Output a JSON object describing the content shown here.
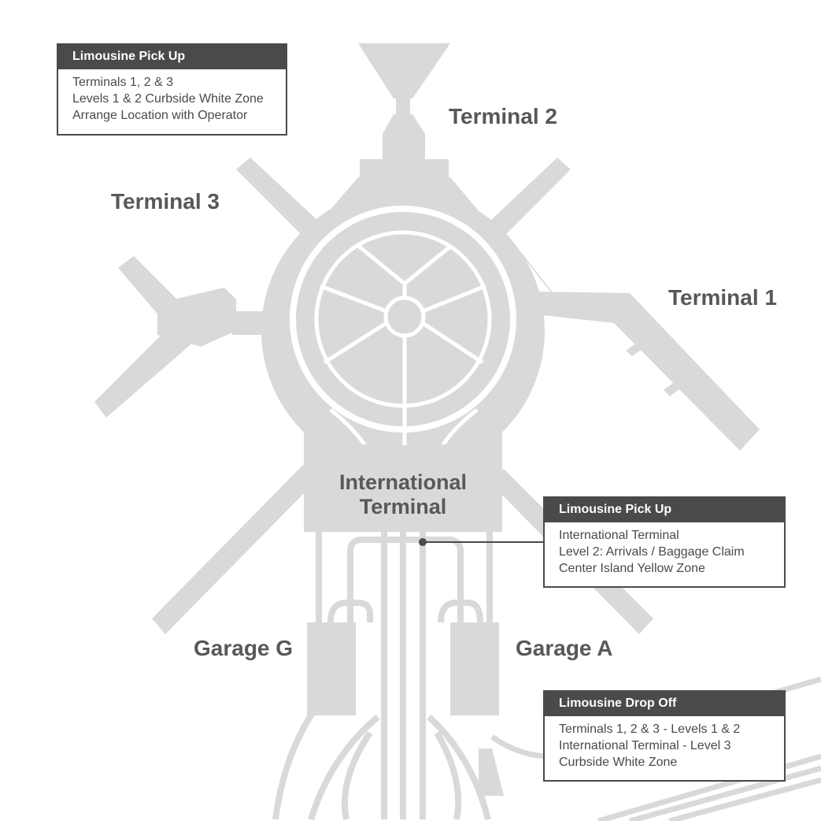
{
  "labels": {
    "terminal2": "Terminal 2",
    "terminal3": "Terminal 3",
    "terminal1": "Terminal 1",
    "international_line1": "International",
    "international_line2": "Terminal",
    "garage_g": "Garage G",
    "garage_a": "Garage A"
  },
  "boxes": {
    "pickup_domestic": {
      "title": "Limousine Pick Up",
      "lines": [
        "Terminals 1, 2 & 3",
        "Levels 1 & 2 Curbside White Zone",
        "Arrange Location with Operator"
      ]
    },
    "pickup_international": {
      "title": "Limousine Pick Up",
      "lines": [
        "International Terminal",
        "Level 2: Arrivals / Baggage Claim",
        "Center Island Yellow Zone"
      ]
    },
    "dropoff": {
      "title": "Limousine Drop Off",
      "lines": [
        "Terminals 1, 2 & 3 - Levels 1 & 2",
        "International Terminal - Level 3",
        "Curbside White Zone"
      ]
    }
  },
  "colors": {
    "building": "#d9d9d9",
    "text": "#58585a",
    "box_header": "#4a4a4c",
    "marker": "#4a4a4c"
  }
}
